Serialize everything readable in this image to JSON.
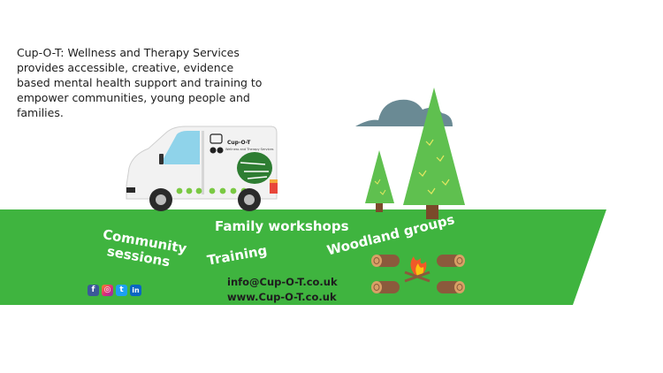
{
  "intro": {
    "text": "Cup-O-T: Wellness and Therapy Services provides accessible, creative, evidence based mental health support and training to empower communities, young people and families."
  },
  "van": {
    "brand": "Cup-O-T",
    "subtitle": "Wellness and Therapy Services"
  },
  "services": {
    "community_line1": "Community",
    "community_line2": "sessions",
    "family": "Family workshops",
    "training": "Training",
    "woodland": "Woodland groups"
  },
  "contact": {
    "email": "info@Cup-O-T.co.uk",
    "website": "www.Cup-O-T.co.uk"
  },
  "social": {
    "facebook_glyph": "f",
    "instagram_glyph": "◎",
    "twitter_glyph": "t",
    "linkedin_glyph": "in"
  },
  "icons": [
    "van-icon",
    "cloud-icon",
    "tree-icon",
    "campfire-icon",
    "log-icon",
    "facebook-icon",
    "instagram-icon",
    "twitter-icon",
    "linkedin-icon",
    "leaf-icon"
  ],
  "colors": {
    "grass": "#3fb43f",
    "tree": "#5fc04f",
    "cloud": "#6a8a94",
    "van_body": "#f2f2f2",
    "van_window": "#8fd3ea",
    "dots": "#7ac943",
    "log": "#8b5a3c",
    "text": "#1e1e1e"
  }
}
